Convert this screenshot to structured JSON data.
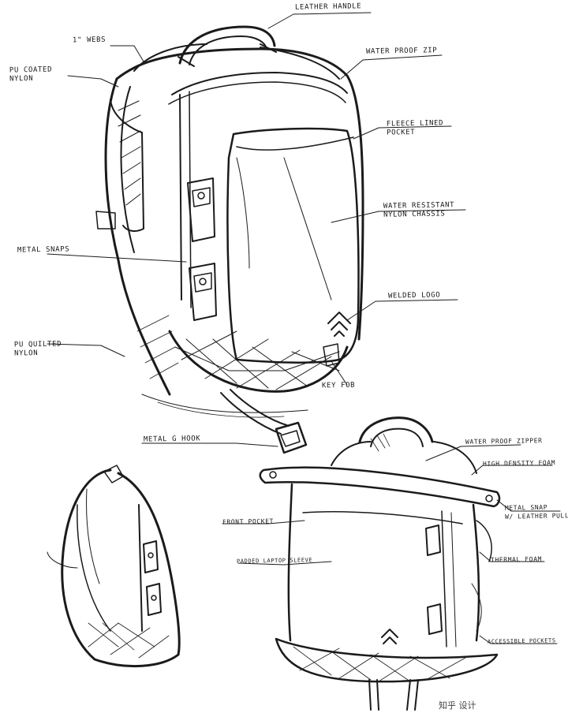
{
  "labels": {
    "leather_handle": "Leather handle",
    "webs": "1\" webs",
    "pu_coated_nylon": "PU coated\nnylon",
    "waterproof_zip": "Water proof zip",
    "fleece_lined_pocket": "Fleece lined\npocket",
    "water_resistant_chassis": "Water resistant\nnylon chassis",
    "metal_snaps": "Metal snaps",
    "welded_logo": "Welded logo",
    "pu_quilted_nylon": "PU quilted\nnylon",
    "key_fob": "Key fob",
    "metal_g_hook": "Metal G hook",
    "waterproof_zipper": "Water proof zipper",
    "high_density_foam": "High density foam",
    "metal_snap_leather": "Metal snap\nw/ leather pull",
    "front_pocket": "Front pocket",
    "thermal_foam": "Thermal foam",
    "accessible_pockets": "Accessible pockets",
    "laptop_sleeve": "Padded laptop sleeve"
  },
  "watermark": "知乎 设计"
}
